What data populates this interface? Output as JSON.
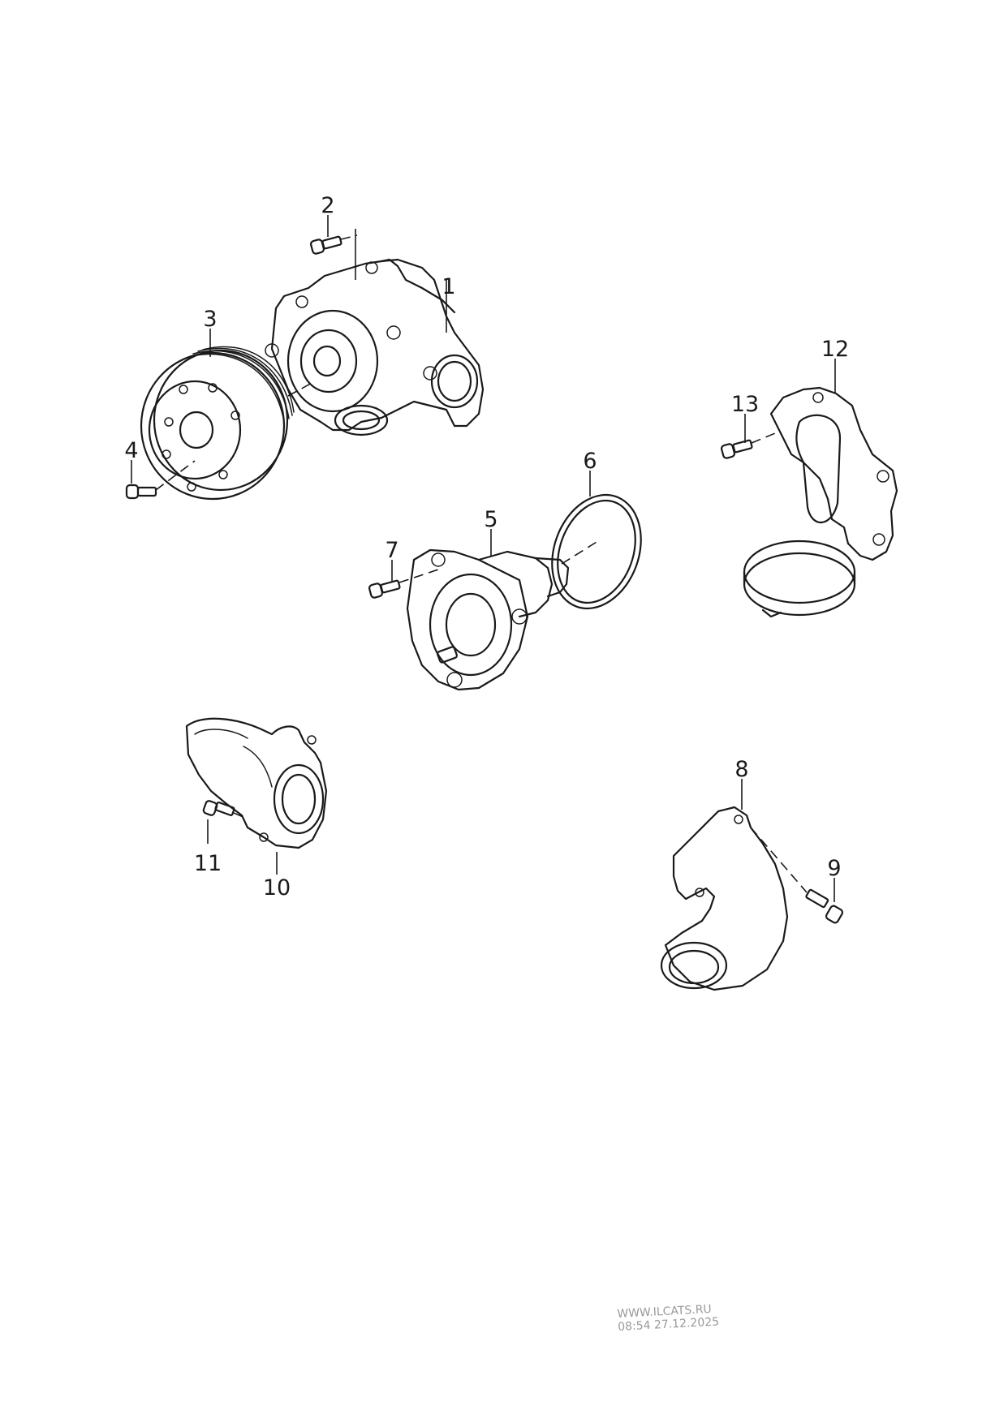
{
  "diagram": {
    "callouts": [
      "1",
      "2",
      "3",
      "4",
      "5",
      "6",
      "7",
      "8",
      "9",
      "10",
      "11",
      "12",
      "13"
    ]
  },
  "watermark": {
    "line1": "WWW.ILCATS.RU",
    "line2": "08:54 27.12.2025"
  }
}
